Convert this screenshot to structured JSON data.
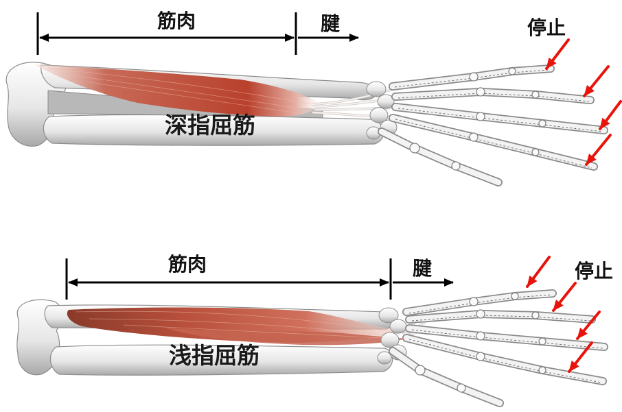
{
  "panels": [
    {
      "muscle_label": "筋肉",
      "tendon_label": "腱",
      "insertion_label": "停止",
      "name": "深指屈筋"
    },
    {
      "muscle_label": "筋肉",
      "tendon_label": "腱",
      "insertion_label": "停止",
      "name": "浅指屈筋"
    }
  ],
  "colors": {
    "muscle": "#c0503c",
    "arrow": "#e8140c",
    "bone": "#e6e6e6",
    "dimension_line": "#000000"
  }
}
